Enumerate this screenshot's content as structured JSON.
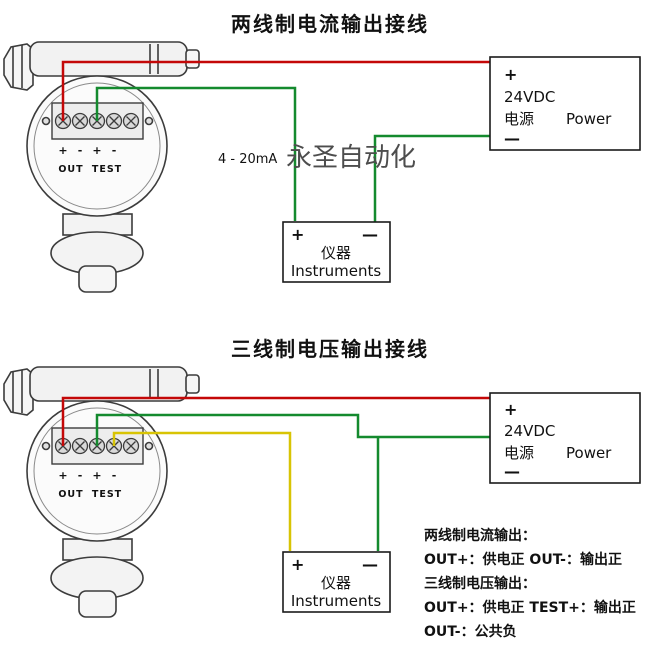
{
  "top_diagram": {
    "title": "两线制电流输出接线",
    "signal_label": "4 - 20mA",
    "watermark": "永圣自动化",
    "power_box": {
      "plus": "+",
      "voltage": "24VDC",
      "label_cn": "电源",
      "label_en": "Power",
      "minus": "—"
    },
    "instrument_box": {
      "plus": "+",
      "minus": "—",
      "label_cn": "仪器",
      "label_en": "Instruments"
    }
  },
  "bottom_diagram": {
    "title": "三线制电压输出接线",
    "power_box": {
      "plus": "+",
      "voltage": "24VDC",
      "label_cn": "电源",
      "label_en": "Power",
      "minus": "—"
    },
    "instrument_box": {
      "plus": "+",
      "minus": "—",
      "label_cn": "仪器",
      "label_en": "Instruments"
    },
    "notes": [
      "两线制电流输出：",
      "OUT+：供电正  OUT-：输出正",
      "三线制电压输出：",
      "OUT+：供电正 TEST+：输出正",
      "OUT-：公共负"
    ]
  },
  "transmitter": {
    "terminal_1": "+",
    "terminal_2": "-",
    "terminal_3": "+",
    "terminal_4": "-",
    "out_label": "OUT",
    "test_label": "TEST"
  },
  "colors": {
    "wire_positive": "#c40808",
    "wire_negative": "#148a2e",
    "wire_signal": "#d8c404"
  }
}
